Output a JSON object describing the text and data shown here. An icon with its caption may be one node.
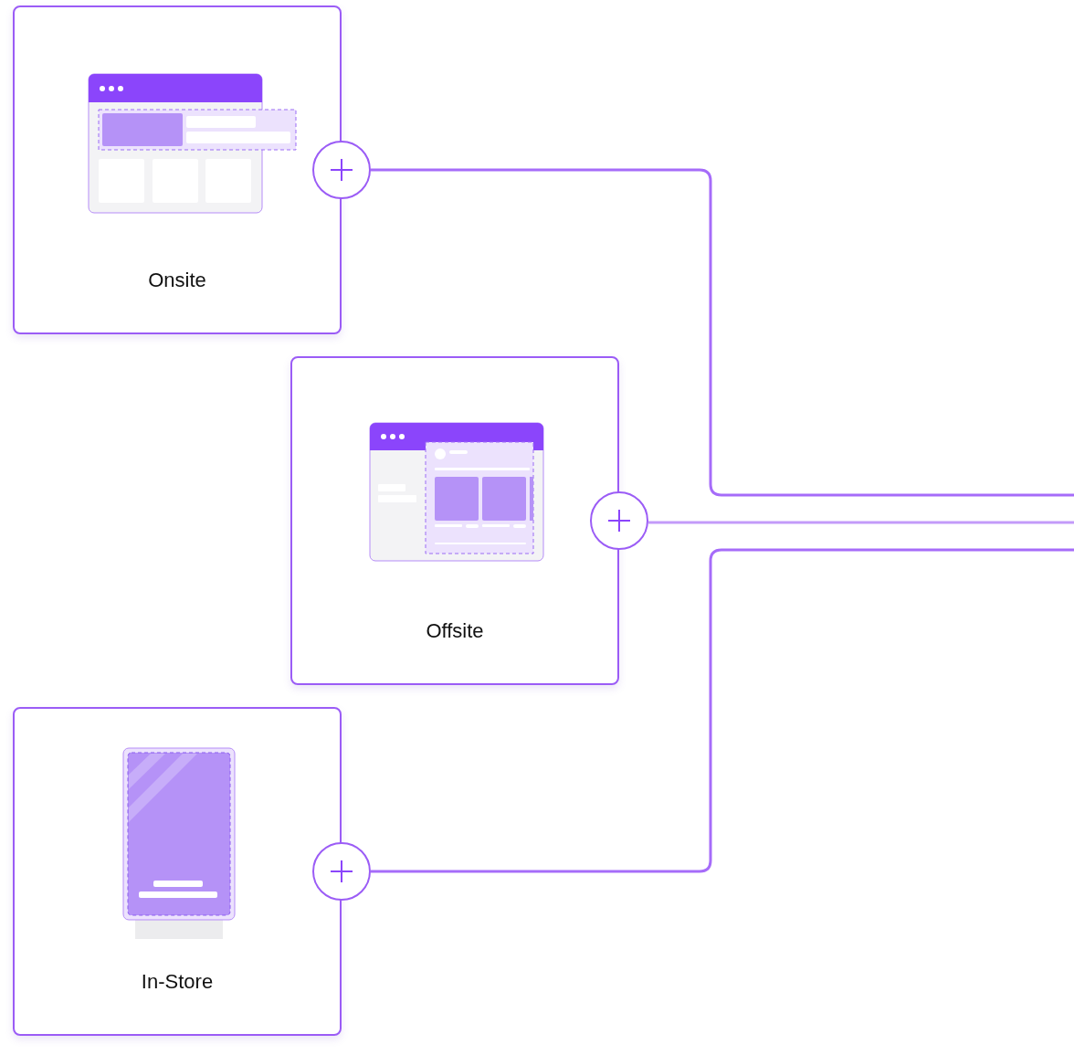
{
  "diagram": {
    "nodes": [
      {
        "text": [
          "Onsite"
        ]
      },
      {
        "text": [
          "Offsite"
        ]
      },
      {
        "text": [
          "In-Store"
        ]
      },
      {
        "text": [],
        "shape": "circle"
      },
      {
        "text": [],
        "shape": "circle"
      },
      {
        "text": [],
        "shape": "circle"
      }
    ],
    "edges": [
      {
        "from": 3,
        "to": null,
        "arrow": "none"
      },
      {
        "from": 4,
        "to": null,
        "arrow": "none"
      },
      {
        "from": 5,
        "to": null,
        "arrow": "none"
      }
    ]
  }
}
